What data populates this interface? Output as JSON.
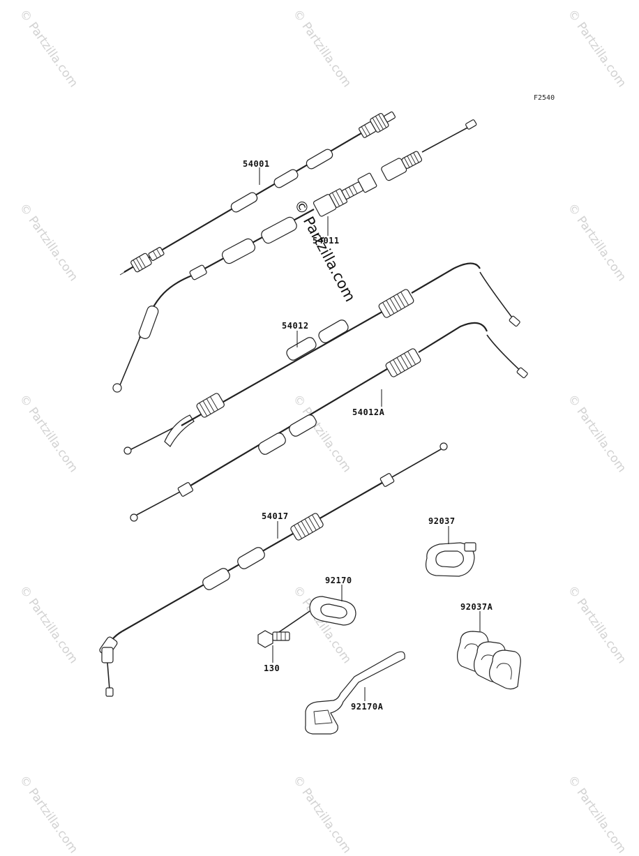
{
  "figure_code": "F2540",
  "parts": {
    "p54001": "54001",
    "p54011": "54011",
    "p54012": "54012",
    "p54012A": "54012A",
    "p54017": "54017",
    "p92037": "92037",
    "p92170": "92170",
    "p130": "130",
    "p92170A": "92170A",
    "p92037A": "92037A"
  },
  "watermark": {
    "text": "© Partzilla.com"
  },
  "colors": {
    "line": "#222222",
    "watermark": "#d2d2d2"
  }
}
